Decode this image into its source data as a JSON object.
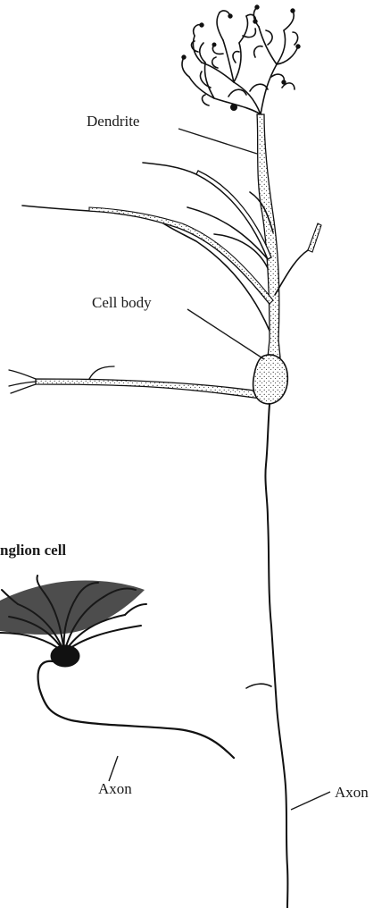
{
  "labels": {
    "dendrite": "Dendrite",
    "cell_body": "Cell body",
    "ganglion_cell": "nglion cell",
    "axon_ganglion": "Axon",
    "axon_main": "Axon"
  },
  "colors": {
    "ink": "#111111",
    "background": "#ffffff"
  }
}
